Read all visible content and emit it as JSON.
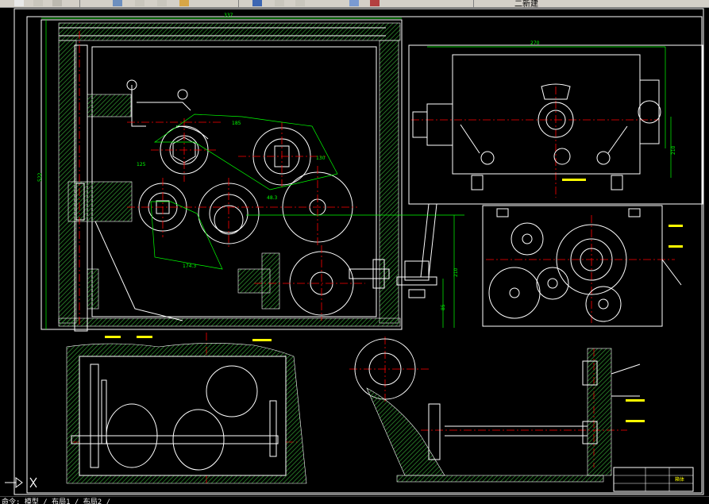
{
  "app": {
    "toolbar_label": "二新建"
  },
  "command_line": {
    "text": "命令: 模型 / 布局1 / 布局2 /"
  },
  "drawing": {
    "dims": {
      "top_width": "337",
      "height_left": "522",
      "gear_dims": [
        "185",
        "125",
        "130",
        "174.3",
        "48.3"
      ],
      "right_h": "210",
      "right_h2": "85",
      "box_width": "270",
      "box_h": "210"
    },
    "title_block_name": "箱体"
  },
  "icons": {
    "ucs": "ucs-icon",
    "toolbar": [
      "new-icon",
      "open-icon",
      "save-icon",
      "print-icon",
      "cut-icon",
      "copy-icon",
      "paste-icon",
      "undo-icon",
      "redo-icon",
      "pan-icon",
      "zoom-icon",
      "properties-icon"
    ]
  },
  "colors": {
    "background": "#000000",
    "white": "#ffffff",
    "red": "#ff0000",
    "green": "#00ff00",
    "hatch": "#2e8b2e",
    "yellow": "#ffff00"
  }
}
